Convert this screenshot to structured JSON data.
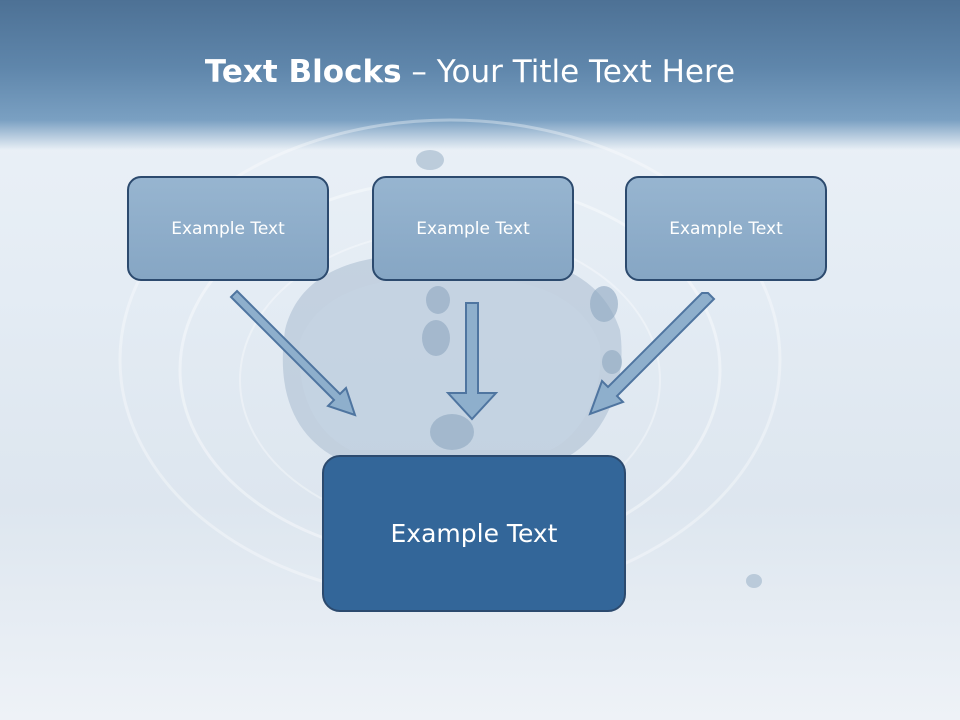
{
  "slide": {
    "title_bold": "Text Blocks",
    "title_sep": " – ",
    "title_rest": "Your Title Text Here"
  },
  "blocks": {
    "top": [
      {
        "label": "Example Text"
      },
      {
        "label": "Example Text"
      },
      {
        "label": "Example Text"
      }
    ],
    "bottom": {
      "label": "Example Text"
    }
  },
  "colors": {
    "title_band": "#5f86ab",
    "small_box_fill": "#8fadca",
    "big_box_fill": "#336699",
    "box_border": "#2c4a6e",
    "arrow_fill": "#8eafcc",
    "arrow_stroke": "#4f75a0"
  },
  "icons": [
    "water-drop-splash-image",
    "down-arrow-icon"
  ]
}
